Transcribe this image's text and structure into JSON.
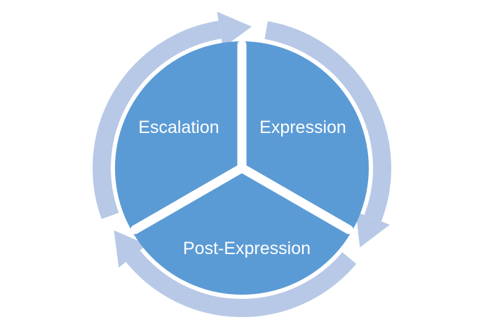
{
  "diagram": {
    "type": "cycle",
    "segments": [
      {
        "id": "escalation",
        "label": "Escalation"
      },
      {
        "id": "expression",
        "label": "Expression"
      },
      {
        "id": "post-expression",
        "label": "Post-Expression"
      }
    ],
    "colors": {
      "segment_fill": "#5b9bd5",
      "ring": "#b7c9e6",
      "divider": "#ffffff",
      "label_text": "#ffffff",
      "background": "#ffffff"
    }
  }
}
